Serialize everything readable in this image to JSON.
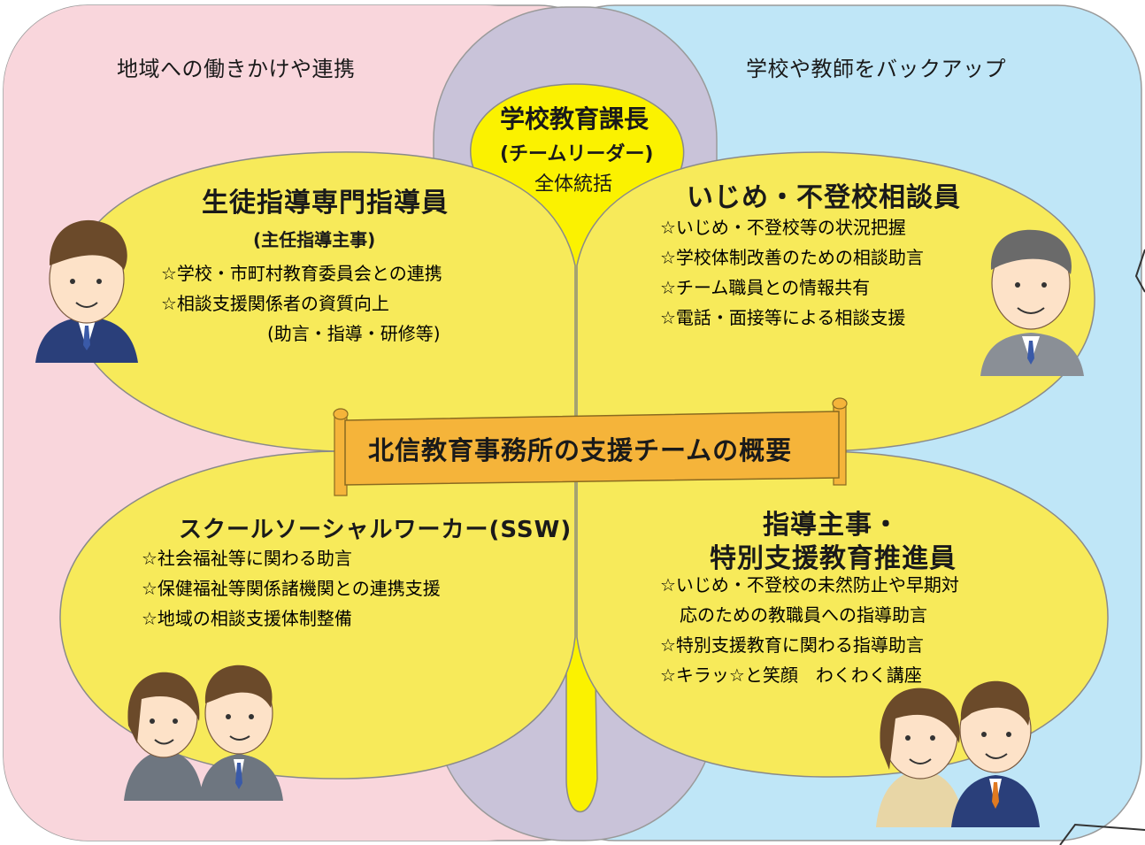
{
  "regions": {
    "left_label": "地域への働きかけや連携",
    "right_label": "学校や教師をバックアップ"
  },
  "center": {
    "title": "学校教育課長",
    "subtitle": "(チームリーダー)",
    "note": "全体統括"
  },
  "banner": {
    "text": "北信教育事務所の支援チームの概要"
  },
  "petals": {
    "top_left": {
      "title": "生徒指導専門指導員",
      "subtitle": "(主任指導主事)",
      "items": [
        "☆学校・市町村教育委員会との連携",
        "☆相談支援関係者の資質向上",
        "(助言・指導・研修等)"
      ]
    },
    "top_right": {
      "title": "いじめ・不登校相談員",
      "items": [
        "☆いじめ・不登校等の状況把握",
        "☆学校体制改善のための相談助言",
        "☆チーム職員との情報共有",
        "☆電話・面接等による相談支援"
      ]
    },
    "bottom_left": {
      "title": "スクールソーシャルワーカー(SSW)",
      "items": [
        "☆社会福祉等に関わる助言",
        "☆保健福祉等関係諸機関との連携支援",
        "☆地域の相談支援体制整備"
      ]
    },
    "bottom_right": {
      "title_line1": "指導主事・",
      "title_line2": "特別支援教育推進員",
      "items": [
        "☆いじめ・不登校の未然防止や早期対",
        "応のための教職員への指導助言",
        "☆特別支援教育に関わる指導助言",
        "☆キラッ☆と笑顔　わくわく講座"
      ]
    }
  },
  "colors": {
    "left_region": "#f9d6dc",
    "right_region": "#bfe6f7",
    "center_column": "#c9c3d9",
    "petal": "#f7ea5a",
    "center_petal": "#fbf200",
    "banner": "#f5b43a"
  }
}
